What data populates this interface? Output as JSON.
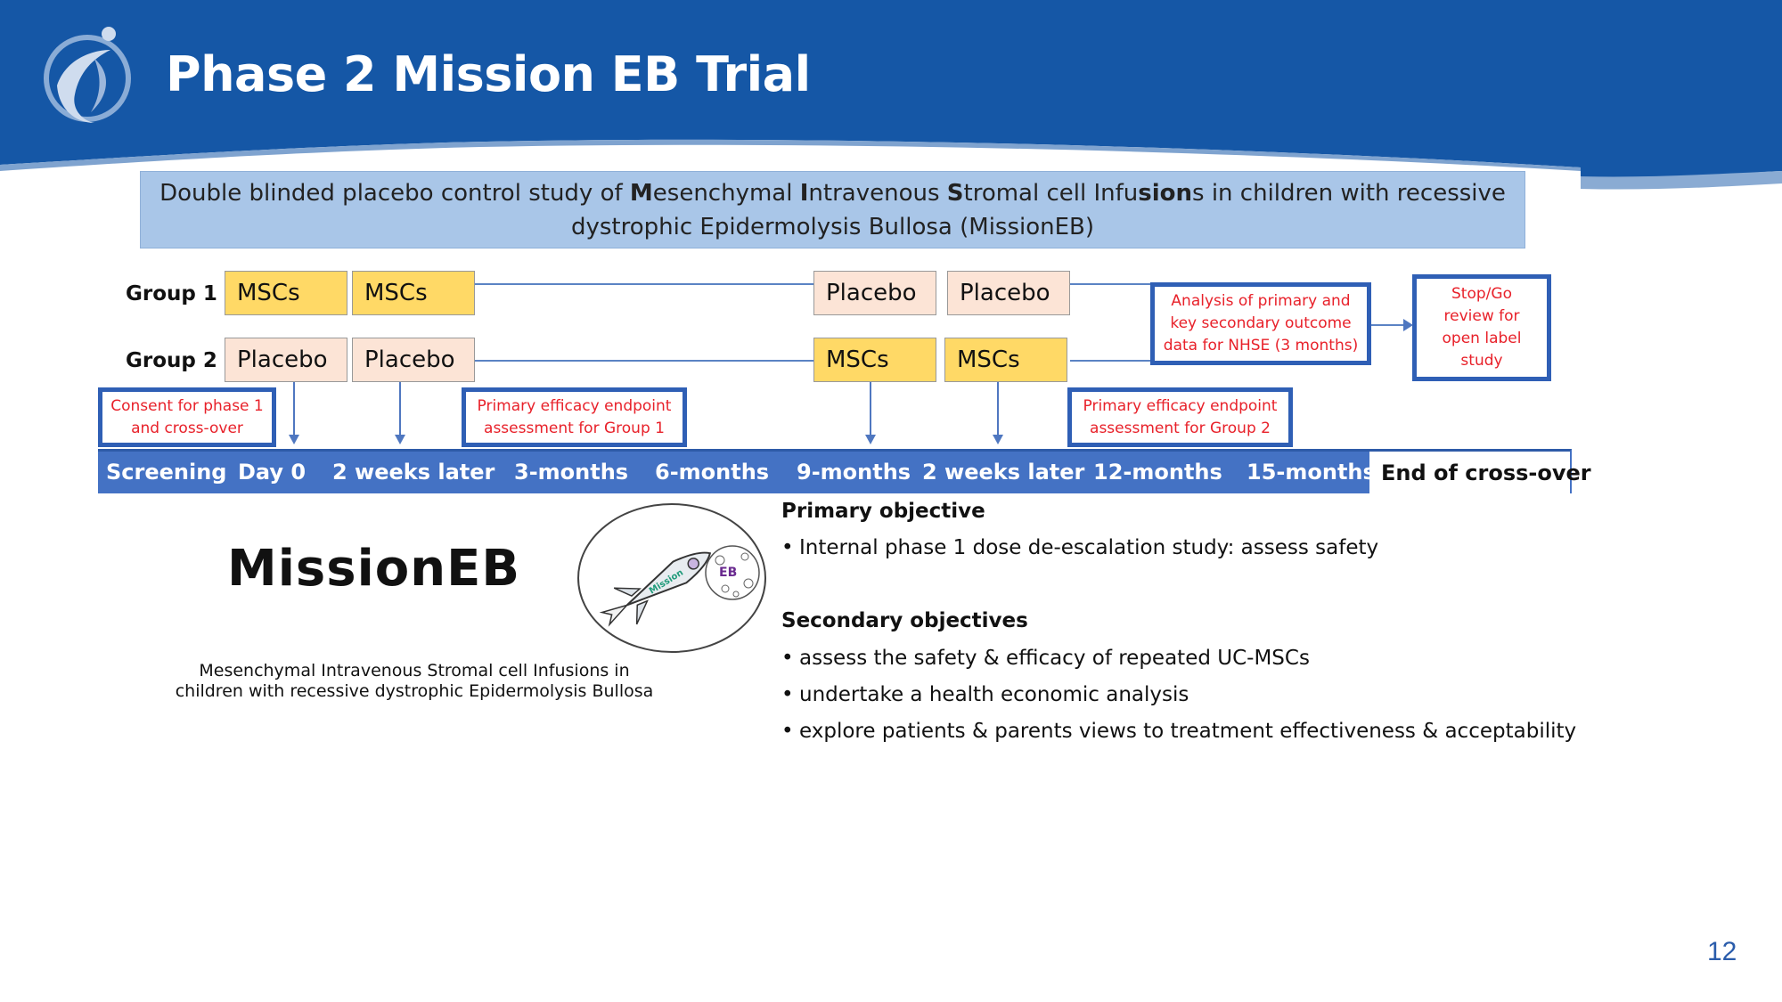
{
  "title": "Phase 2 Mission EB Trial",
  "banner": {
    "line1_a": "Double blinded placebo control study of ",
    "line1_b": "M",
    "line1_c": "esenchymal ",
    "line1_d": "I",
    "line1_e": "ntravenous ",
    "line1_f": "S",
    "line1_g": "tromal cell Infu",
    "line1_h": "sion",
    "line1_i": "s in children with recessive",
    "line2": "dystrophic Epidermolysis Bullosa (MissionEB)"
  },
  "groups": {
    "group1": {
      "label": "Group 1",
      "boxes": [
        "MSCs",
        "MSCs",
        "Placebo",
        "Placebo"
      ]
    },
    "group2": {
      "label": "Group 2",
      "boxes": [
        "Placebo",
        "Placebo",
        "MSCs",
        "MSCs"
      ]
    }
  },
  "notes": {
    "consent": "Consent for phase 1 and cross-over",
    "primary_g1": "Primary efficacy endpoint assessment for Group 1",
    "primary_g2": "Primary efficacy endpoint assessment for Group 2",
    "analysis": "Analysis of primary and key secondary outcome data for NHSE (3 months)",
    "stopgo": "Stop/Go review for open label study"
  },
  "timeline": [
    "Screening",
    "Day 0",
    "2 weeks later",
    "3-months",
    "6-months",
    "9-months",
    "2 weeks later",
    "12-months",
    "15-months",
    "End of cross-over"
  ],
  "mission": {
    "logo_text": "MissionEB",
    "subtitle_line1": "Mesenchymal Intravenous Stromal cell Infusions in",
    "subtitle_line2": "children with recessive dystrophic Epidermolysis Bullosa",
    "rocket_label": "Mission",
    "badge_label": "EB"
  },
  "objectives": {
    "primary_heading": "Primary objective",
    "primary_items": [
      "Internal phase 1 dose de-escalation study: assess safety"
    ],
    "secondary_heading": "Secondary objectives",
    "secondary_items": [
      "assess the safety & efficacy of repeated UC-MSCs",
      "undertake a health economic analysis",
      "explore patients & parents views to treatment effectiveness & acceptability"
    ]
  },
  "page_number": "12",
  "colors": {
    "header_blue": "#1557a6",
    "msc_yellow": "#ffd966",
    "placebo_peach": "#fce4d6",
    "timeline_blue": "#4472c4",
    "note_red": "#e8212a"
  }
}
